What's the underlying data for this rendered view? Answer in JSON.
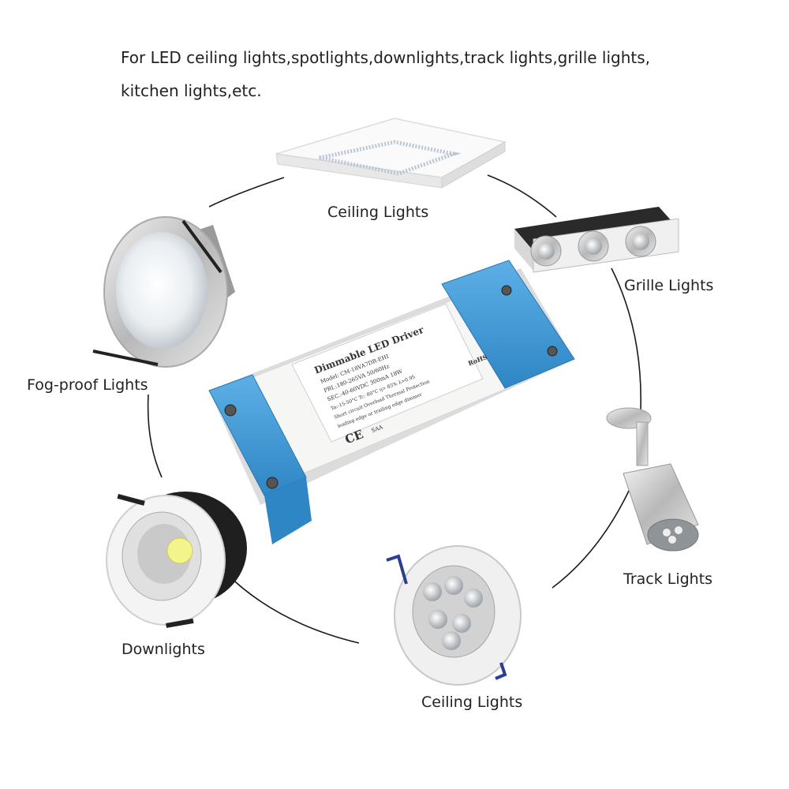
{
  "headline": {
    "line1": "For LED ceiling lights,spotlights,downlights,track lights,grille lights,",
    "line2": "kitchen lights,etc."
  },
  "labels": {
    "ceiling_top": "Ceiling Lights",
    "grille": "Grille Lights",
    "fog_proof": "Fog-proof Lights",
    "track": "Track Lights",
    "downlights": "Downlights",
    "ceiling_bottom": "Ceiling Lights"
  },
  "driver": {
    "title": "Dimmable LED Driver",
    "model": "Model: CM-18VA7DR-EHI",
    "pri": "PRI.:180-265VA 50/60Hz",
    "sec": "SEC.:40-60VDC 300mA 18W",
    "ta": "Ta:-15-50°C  Tc: 80°C  η> 85%  λ>0.95",
    "protection": "Short circuit Overload Thermal Protection",
    "dimmer": "leading edge or trailing edge dimmer",
    "rohs": "RoHS",
    "ce": "CE",
    "saa": "SAA"
  },
  "colors": {
    "driver_blue": "#3d9ad6",
    "driver_body": "#f4f4f2",
    "ring_line": "#1a1a1a"
  }
}
